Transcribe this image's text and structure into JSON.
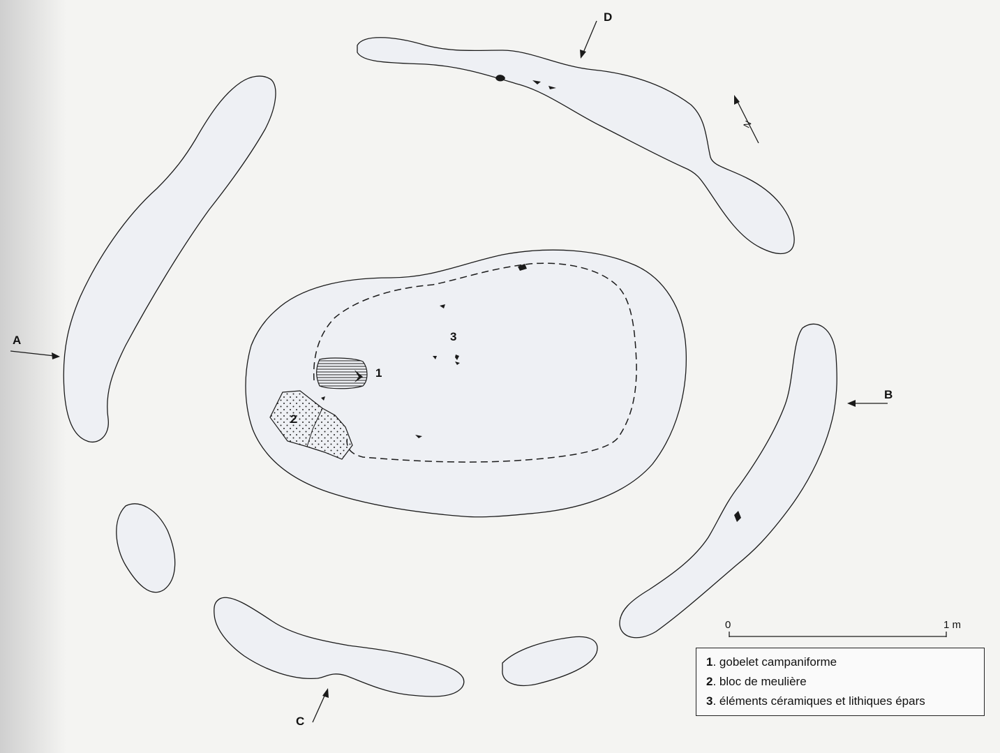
{
  "labels": {
    "A": "A",
    "B": "B",
    "C": "C",
    "D": "D",
    "num1": "1",
    "num2": "2",
    "num3": "3"
  },
  "scale": {
    "start": "0",
    "end": "1 m"
  },
  "north_symbol": "N",
  "legend": {
    "items": [
      {
        "num": "1",
        "text": ". gobelet campaniforme"
      },
      {
        "num": "2",
        "text": ". bloc de meulière"
      },
      {
        "num": "3",
        "text": ". éléments céramiques et lithiques épars"
      }
    ]
  },
  "colors": {
    "pit_fill": "#eef0f4",
    "line": "#1a1a1a"
  }
}
